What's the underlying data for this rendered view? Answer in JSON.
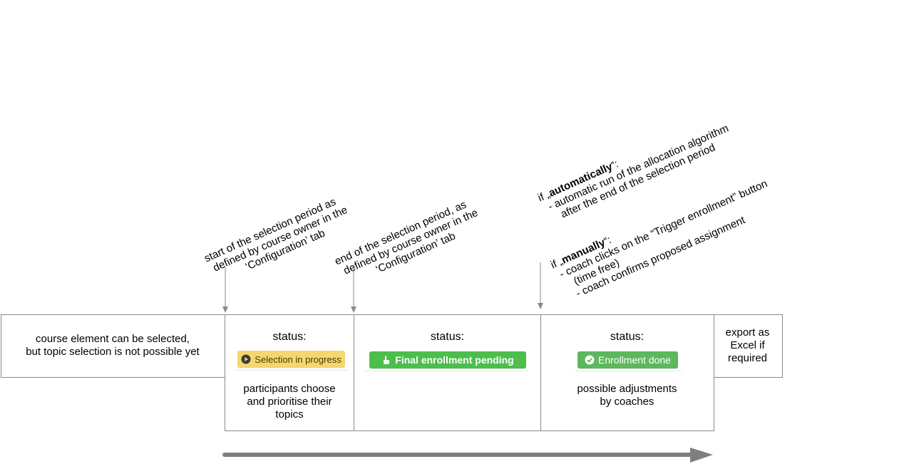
{
  "phases": {
    "pre": {
      "text_line1": "course element can be selected,",
      "text_line2": "but topic selection is not possible yet"
    },
    "selection": {
      "status_label": "status:",
      "badge": {
        "text": "Selection in progress",
        "color": "#f5d66f",
        "text_color": "#4a3b00",
        "icon": "play-circle-icon"
      },
      "desc_line1": "participants choose",
      "desc_line2": "and prioritise their",
      "desc_line3": "topics"
    },
    "pending": {
      "status_label": "status:",
      "badge": {
        "text": "Final enrollment pending",
        "color": "#4cbe4c",
        "text_color": "#ffffff",
        "icon": "hand-pointer-icon"
      }
    },
    "done": {
      "status_label": "status:",
      "badge": {
        "text": "Enrollment done",
        "color": "#5cb85c",
        "text_color": "#ffffff",
        "icon": "check-circle-icon"
      },
      "desc_line1": "possible adjustments",
      "desc_line2": "by coaches"
    },
    "export": {
      "line1": "export as",
      "line2": "Excel if",
      "line3": "required"
    }
  },
  "annotations": {
    "start": {
      "line1": "start of the selection period as",
      "line2": "defined by course owner in the",
      "line3": "‘Configuration’ tab"
    },
    "end": {
      "line1": "end of the selection period, as",
      "line2": "defined by course owner in the",
      "line3": "‘Configuration’ tab"
    },
    "trigger": {
      "auto_prefix": "if „",
      "auto_bold": "automatically",
      "auto_suffix": "“:",
      "auto_line2": "- automatic run of the allocation algorithm",
      "auto_line3": "after the end of the selection period",
      "manual_prefix": "if „",
      "manual_bold": "manually",
      "manual_suffix": "“:",
      "manual_line2": "- coach clicks on the “Trigger enrollment” button",
      "manual_line3": "(time free)",
      "manual_line4": "- coach confirms proposed assignment"
    }
  },
  "colors": {
    "line": "#8a8a8a",
    "arrow": "#7f7f7f"
  }
}
